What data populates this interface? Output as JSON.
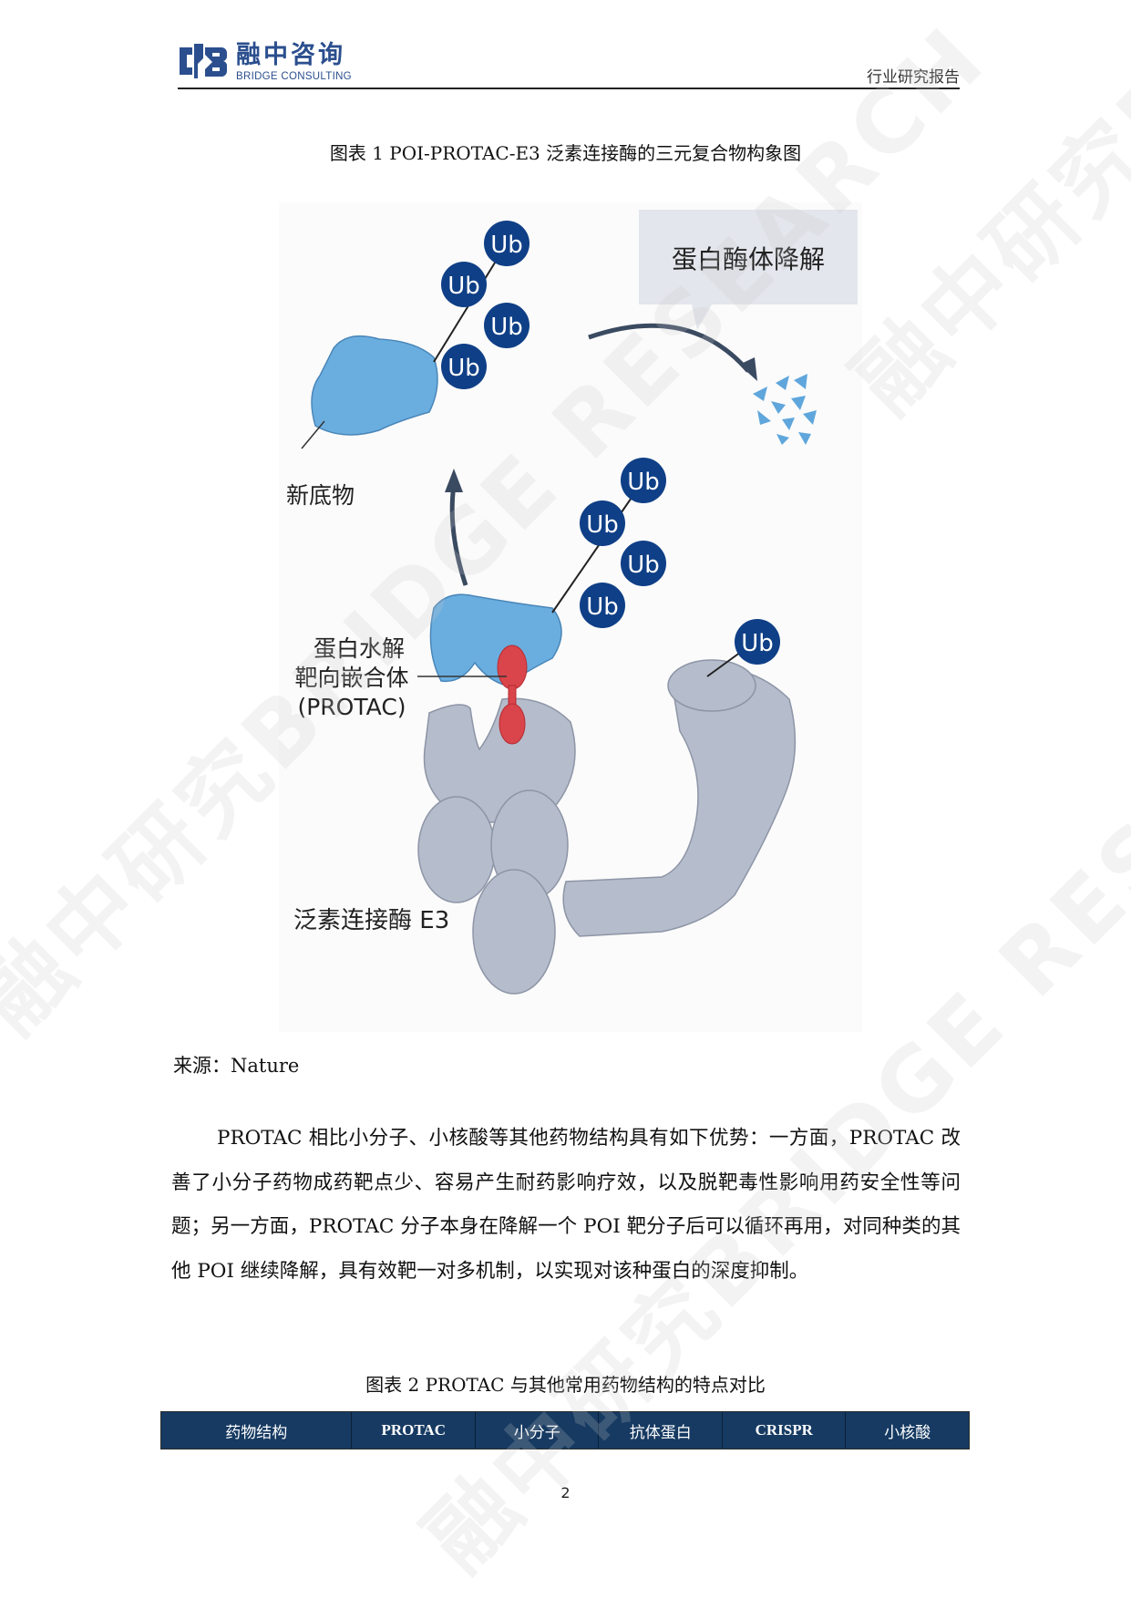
{
  "header": {
    "logo_cn": "融中咨询",
    "logo_en": "BRIDGE CONSULTING",
    "right_label": "行业研究报告"
  },
  "figure1": {
    "caption": "图表  1 POI-PROTAC-E3 泛素连接酶的三元复合物构象图",
    "labels": {
      "proteasome": "蛋白酶体降解",
      "new_substrate": "新底物",
      "protac_line1": "蛋白水解",
      "protac_line2": "靶向嵌合体",
      "protac_line3": "(PROTAC)",
      "e3": "泛素连接酶 E3",
      "ub": "Ub"
    },
    "colors": {
      "ub_fill": "#0f3f86",
      "protein_blue": "#6aaee0",
      "protac_red": "#d9454a",
      "e3_gray": "#b5bccb",
      "bubble": "#e3e6ec"
    },
    "source": "来源：Nature"
  },
  "paragraph": {
    "text": "PROTAC 相比小分子、小核酸等其他药物结构具有如下优势：一方面，PROTAC 改善了小分子药物成药靶点少、容易产生耐药影响疗效，以及脱靶毒性影响用药安全性等问题；另一方面，PROTAC 分子本身在降解一个 POI 靶分子后可以循环再用，对同种类的其他 POI 继续降解，具有效靶一对多机制，以实现对该种蛋白的深度抑制。"
  },
  "figure2": {
    "caption": "图表  2 PROTAC 与其他常用药物结构的特点对比",
    "table_headers": [
      "药物结构",
      "PROTAC",
      "小分子",
      "抗体蛋白",
      "CRISPR",
      "小核酸"
    ],
    "header_bg": "#163a62"
  },
  "footer": {
    "page_number": "2"
  },
  "watermark": {
    "texts": [
      "融中研究BRIDGE RESEARCH",
      "融中研究BRIDGE RESEARCH",
      "融中研究BRIDGE RESEARCH"
    ]
  }
}
